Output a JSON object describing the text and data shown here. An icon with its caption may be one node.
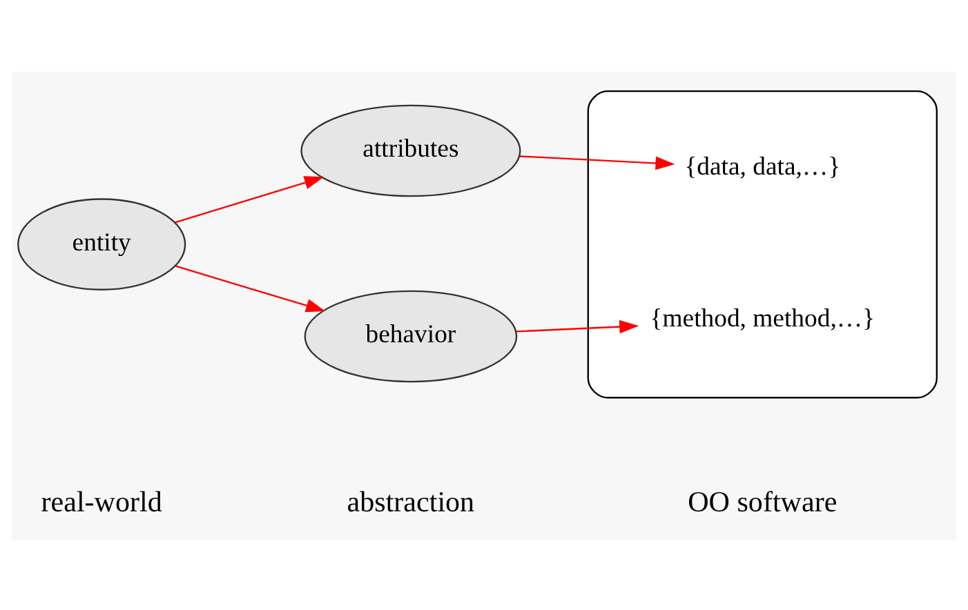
{
  "diagram": {
    "nodes": [
      {
        "text": [
          "entity"
        ]
      },
      {
        "text": [
          "attributes"
        ]
      },
      {
        "text": [
          "behavior"
        ]
      },
      {
        "text": [],
        "shape": "ellipse"
      },
      {
        "text": [
          "{data, data,…}"
        ],
        "in": 3
      },
      {
        "text": [
          "{method, method,…}"
        ],
        "in": 3
      }
    ],
    "edges": [
      {
        "from": 0,
        "to": 1,
        "arrow": "to"
      },
      {
        "from": 0,
        "to": 2,
        "arrow": "to"
      },
      {
        "from": 1,
        "to": 4,
        "arrow": "to"
      },
      {
        "from": 2,
        "to": 5,
        "arrow": "to"
      }
    ],
    "labels": [
      "real-world",
      "abstraction",
      "OO software"
    ]
  }
}
